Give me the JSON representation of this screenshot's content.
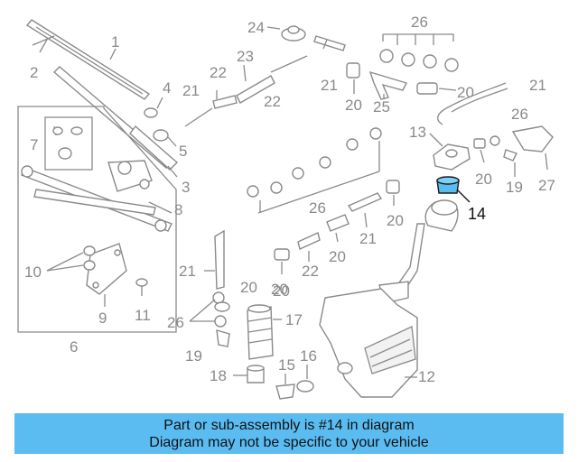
{
  "diagram": {
    "callouts": [
      "1",
      "2",
      "3",
      "4",
      "5",
      "6",
      "7",
      "8",
      "9",
      "10",
      "11",
      "12",
      "13",
      "14",
      "15",
      "16",
      "17",
      "18",
      "19",
      "20",
      "21",
      "22",
      "23",
      "24",
      "25",
      "26",
      "27"
    ],
    "highlight_color": "#5bbcf2",
    "line_color": "#8a8a8a"
  },
  "banner": {
    "line1": "Part or sub-assembly is #14 in diagram",
    "line2": "Diagram may not be specific to your vehicle",
    "background": "#5bbcf2"
  }
}
